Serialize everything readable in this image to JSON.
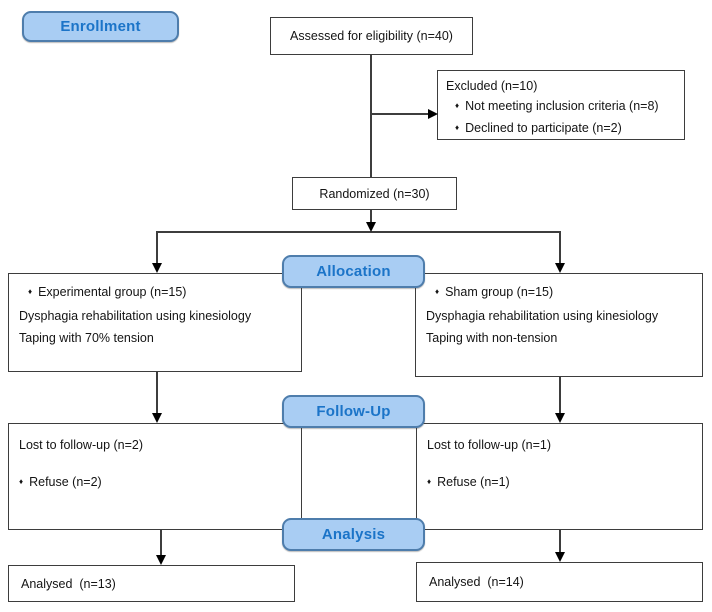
{
  "stages": {
    "enrollment": "Enrollment",
    "allocation": "Allocation",
    "follow_up": "Follow-Up",
    "analysis": "Analysis"
  },
  "bullet": "♦",
  "boxes": {
    "assessed": {
      "text": "Assessed for eligibility (n=40)"
    },
    "excluded": {
      "title": "Excluded (n=10)",
      "items": [
        "Not meeting inclusion criteria (n=8)",
        "Declined to participate (n=2)"
      ]
    },
    "randomized": {
      "text": "Randomized (n=30)"
    },
    "experimental": {
      "title": "Experimental group (n=15)",
      "lines": [
        "Dysphagia rehabilitation using kinesiology",
        "Taping with 70% tension"
      ]
    },
    "sham": {
      "title": "Sham group (n=15)",
      "lines": [
        "Dysphagia rehabilitation using kinesiology",
        "Taping with non-tension"
      ]
    },
    "experimental_followup": {
      "lost": "Lost to follow-up (n=2)",
      "refuse": "Refuse (n=2)"
    },
    "sham_followup": {
      "lost": "Lost to follow-up (n=1)",
      "refuse": "Refuse (n=1)"
    },
    "experimental_analysed": {
      "text": "Analysed  (n=13)"
    },
    "sham_analysed": {
      "text": "Analysed  (n=14)"
    }
  },
  "colors": {
    "stage_fill": "#a9cdf3",
    "stage_border": "#4e7dac",
    "stage_text": "#1b74c8",
    "box_border": "#3d3d3d",
    "connector": "#3d3d3d",
    "arrow": "#000000",
    "text": "#141414",
    "background": "#ffffff"
  }
}
